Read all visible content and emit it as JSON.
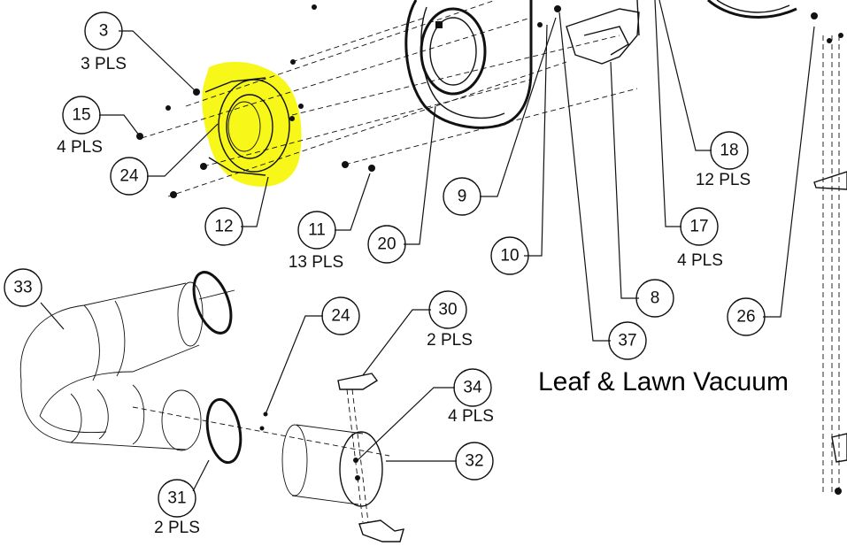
{
  "diagram": {
    "title": "Leaf & Lawn Vacuum",
    "highlight_color": "#f7f71a",
    "line_color": "#111111",
    "callouts": [
      {
        "id": "c3",
        "label": "3",
        "qty": "3 PLS"
      },
      {
        "id": "c15",
        "label": "15",
        "qty": "4 PLS"
      },
      {
        "id": "c24a",
        "label": "24",
        "qty": ""
      },
      {
        "id": "c12",
        "label": "12",
        "qty": ""
      },
      {
        "id": "c11",
        "label": "11",
        "qty": "13 PLS"
      },
      {
        "id": "c20",
        "label": "20",
        "qty": ""
      },
      {
        "id": "c9",
        "label": "9",
        "qty": ""
      },
      {
        "id": "c10",
        "label": "10",
        "qty": ""
      },
      {
        "id": "c37",
        "label": "37",
        "qty": ""
      },
      {
        "id": "c8",
        "label": "8",
        "qty": ""
      },
      {
        "id": "c17",
        "label": "17",
        "qty": "4 PLS"
      },
      {
        "id": "c18",
        "label": "18",
        "qty": "12 PLS"
      },
      {
        "id": "c26",
        "label": "26",
        "qty": ""
      },
      {
        "id": "c33",
        "label": "33",
        "qty": ""
      },
      {
        "id": "c24b",
        "label": "24",
        "qty": ""
      },
      {
        "id": "c30",
        "label": "30",
        "qty": "2 PLS"
      },
      {
        "id": "c34",
        "label": "34",
        "qty": "4 PLS"
      },
      {
        "id": "c32",
        "label": "32",
        "qty": ""
      },
      {
        "id": "c31",
        "label": "31",
        "qty": "2 PLS"
      }
    ]
  }
}
